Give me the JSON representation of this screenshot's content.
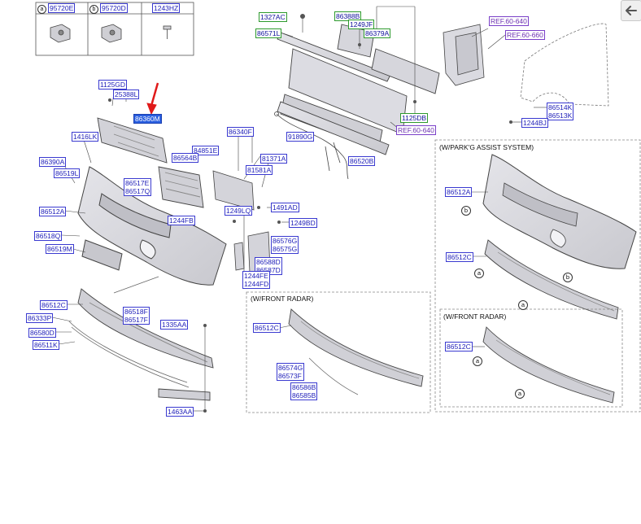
{
  "legend": {
    "items": [
      {
        "marker": "a",
        "code": "95720E"
      },
      {
        "marker": "b",
        "code": "95720D"
      },
      {
        "marker": "",
        "code": "1243HZ"
      }
    ]
  },
  "sections": {
    "parking_assist": "(W/PARK'G ASSIST SYSTEM)",
    "front_radar_center": "(W/FRONT RADAR)",
    "front_radar_right": "(W/FRONT RADAR)"
  },
  "labels": {
    "l1125gd": "1125GD",
    "l25388l": "25388L",
    "l86360m": "86360M",
    "l1416lk": "1416LK",
    "l86390a": "86390A",
    "l86519l": "86519L",
    "l86517e": "86517E",
    "l86517q": "86517Q",
    "l86512a_main": "86512A",
    "l86518q": "86518Q",
    "l86519m": "86519M",
    "l86512c_main": "86512C",
    "l86333p": "86333P",
    "l86580d": "86580D",
    "l86511k": "86511K",
    "l86518f": "86518F",
    "l86517f": "86517F",
    "l1335aa": "1335AA",
    "l1463aa": "1463AA",
    "l1327ac": "1327AC",
    "l86571l": "86571L",
    "l86388b": "86388B",
    "l1249jf": "1249JF",
    "l86379a": "86379A",
    "l1125db": "1125DB",
    "lref6040_b": "REF.60-640",
    "l86340f": "86340F",
    "l91890g": "91890G",
    "l84851e": "84851E",
    "l86564b": "86564B",
    "l81371a": "81371A",
    "l81581a": "81581A",
    "l86520b": "86520B",
    "l1244fb": "1244FB",
    "l1249lq": "1249LQ",
    "l1491ad": "1491AD",
    "l1249bd": "1249BD",
    "l86576g": "86576G",
    "l86575g": "86575G",
    "l86588d": "86588D",
    "l86587d": "86587D",
    "l1244fe": "1244FE",
    "l1244fd": "1244FD",
    "lref6040_t": "REF.60-640",
    "lref6066": "REF.60-660",
    "l86514k": "86514K",
    "l86513k": "86513K",
    "l1244bj": "1244BJ",
    "l86512c_radar": "86512C",
    "l86574g": "86574G",
    "l86573f": "86573F",
    "l86586b": "86586B",
    "l86585b": "86585B",
    "l86512a_park": "86512A",
    "l86512c_park": "86512C",
    "l86512c_park_radar": "86512C"
  },
  "callouts": {
    "b1": "b",
    "a1": "a",
    "b2": "b",
    "a2": "a",
    "a3": "a",
    "a4": "a"
  },
  "colors": {
    "label_text": "#1d1db8",
    "label_border": "#3a3ad0",
    "selected_label_bg": "#2a5fe0",
    "reference_label": "#6b2fb0",
    "highlight_arrow": "#e01a1a",
    "part_fill": "#d9d9de"
  },
  "icons": {
    "back": "arrow-left-icon",
    "highlight": "red-arrow-icon"
  }
}
